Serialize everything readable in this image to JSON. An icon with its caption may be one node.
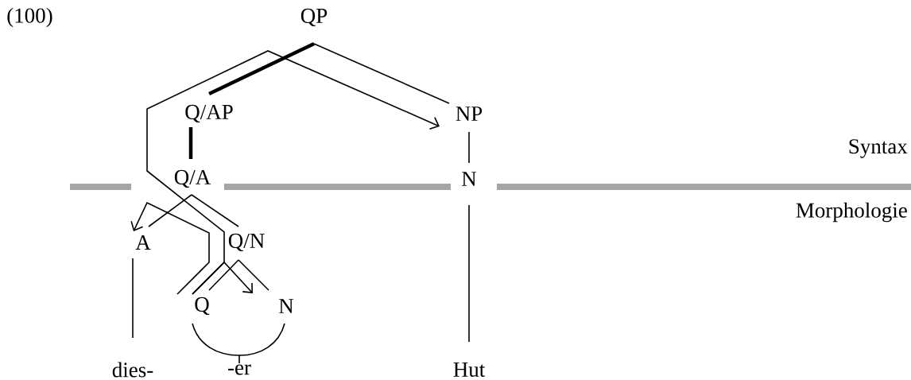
{
  "diagram": {
    "nodes": [
      {
        "text": [
          "QP"
        ]
      },
      {
        "text": [
          "Q/AP"
        ]
      },
      {
        "text": [
          "NP"
        ]
      },
      {
        "text": [
          "Q/A"
        ]
      },
      {
        "text": [
          "N"
        ]
      },
      {
        "text": [
          "A"
        ]
      },
      {
        "text": [
          "Q/N"
        ]
      },
      {
        "text": [
          "Q"
        ]
      },
      {
        "text": [
          "N"
        ]
      },
      {
        "text": [
          "dies-"
        ]
      },
      {
        "text": [
          "-er"
        ]
      },
      {
        "text": [
          "Hut"
        ]
      }
    ],
    "edges": [
      {
        "from": 0,
        "to": 1,
        "arrow": "none",
        "style": "thick"
      },
      {
        "from": 0,
        "to": 2,
        "arrow": "none"
      },
      {
        "from": 1,
        "to": 3,
        "arrow": "none",
        "style": "thick"
      },
      {
        "from": 2,
        "to": 4,
        "arrow": "none"
      },
      {
        "from": 4,
        "to": 11,
        "arrow": "none"
      },
      {
        "from": 3,
        "to": 5,
        "arrow": "none"
      },
      {
        "from": 3,
        "to": 6,
        "arrow": "none"
      },
      {
        "from": 5,
        "to": 9,
        "arrow": "none"
      },
      {
        "from": 6,
        "to": 7,
        "arrow": "none"
      },
      {
        "from": 6,
        "to": 8,
        "arrow": "none"
      },
      {
        "from": 7,
        "to": 10,
        "arrow": "none"
      },
      {
        "from": 8,
        "to": 10,
        "arrow": "none"
      },
      {
        "from": 7,
        "to": 2,
        "arrow": "to"
      },
      {
        "from": 7,
        "to": 8,
        "arrow": "to"
      },
      {
        "from": 7,
        "to": 5,
        "arrow": "to"
      }
    ],
    "labels": [
      "(100)",
      "Syntax",
      "Morphologie"
    ]
  }
}
